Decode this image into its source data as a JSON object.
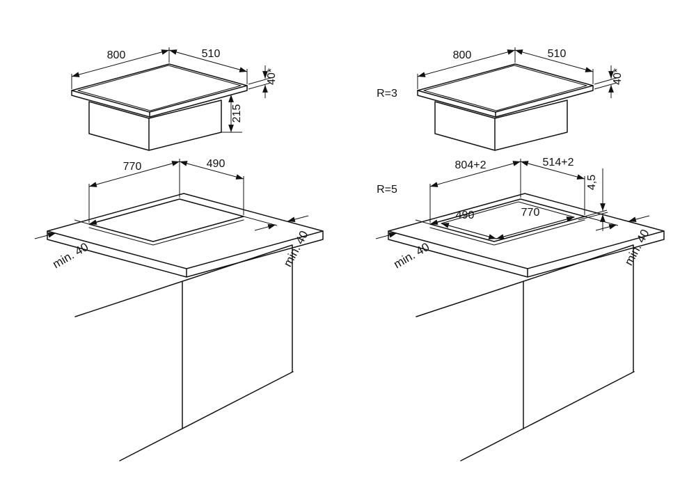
{
  "diagram": {
    "top_left": {
      "dim_width": "800",
      "dim_depth": "510",
      "dim_height": "40*",
      "dim_body_depth": "215"
    },
    "top_right": {
      "radius": "R=3",
      "dim_width": "800",
      "dim_depth": "510",
      "dim_height": "40*"
    },
    "bottom_left": {
      "dim_cutout_width": "770",
      "dim_cutout_depth": "490",
      "dim_clearance_left": "min. 40",
      "dim_clearance_right": "min. 40"
    },
    "bottom_right": {
      "radius": "R=5",
      "dim_cutout_width": "804+2",
      "dim_cutout_depth": "514+2",
      "dim_rebate_depth": "4,5",
      "dim_inner_depth": "490",
      "dim_inner_width": "770",
      "dim_clearance_left": "min. 40",
      "dim_clearance_right": "min. 40"
    }
  }
}
